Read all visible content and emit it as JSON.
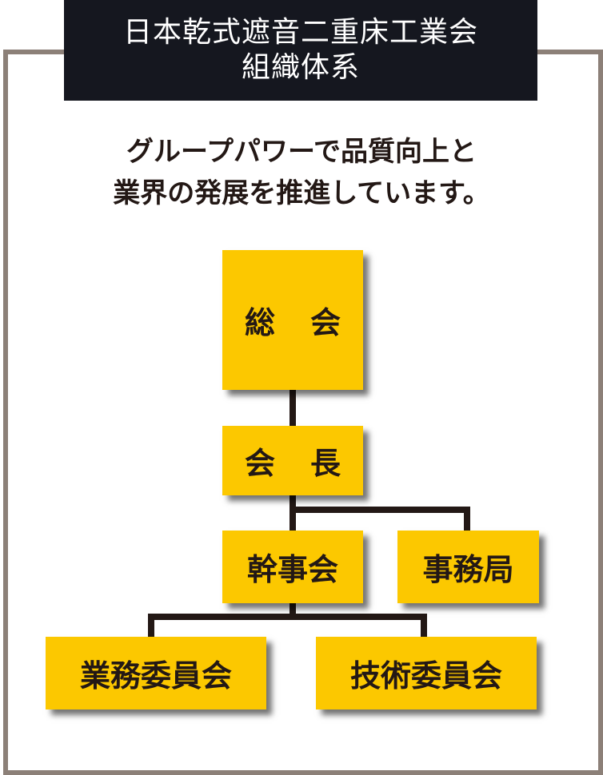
{
  "header": {
    "title_line1": "日本乾式遮音二重床工業会",
    "title_line2": "組織体系"
  },
  "tagline": {
    "line1": "グループパワーで品質向上と",
    "line2": "業界の発展を推進しています。"
  },
  "org": {
    "general_assembly": "総会",
    "chairman": "会長",
    "executive_committee": "幹事会",
    "secretariat": "事務局",
    "business_committee": "業務委員会",
    "technical_committee": "技術委員会"
  },
  "colors": {
    "box_fill": "#fcc800",
    "banner_bg": "#15171f",
    "frame": "#8c8078",
    "line": "#231815"
  }
}
